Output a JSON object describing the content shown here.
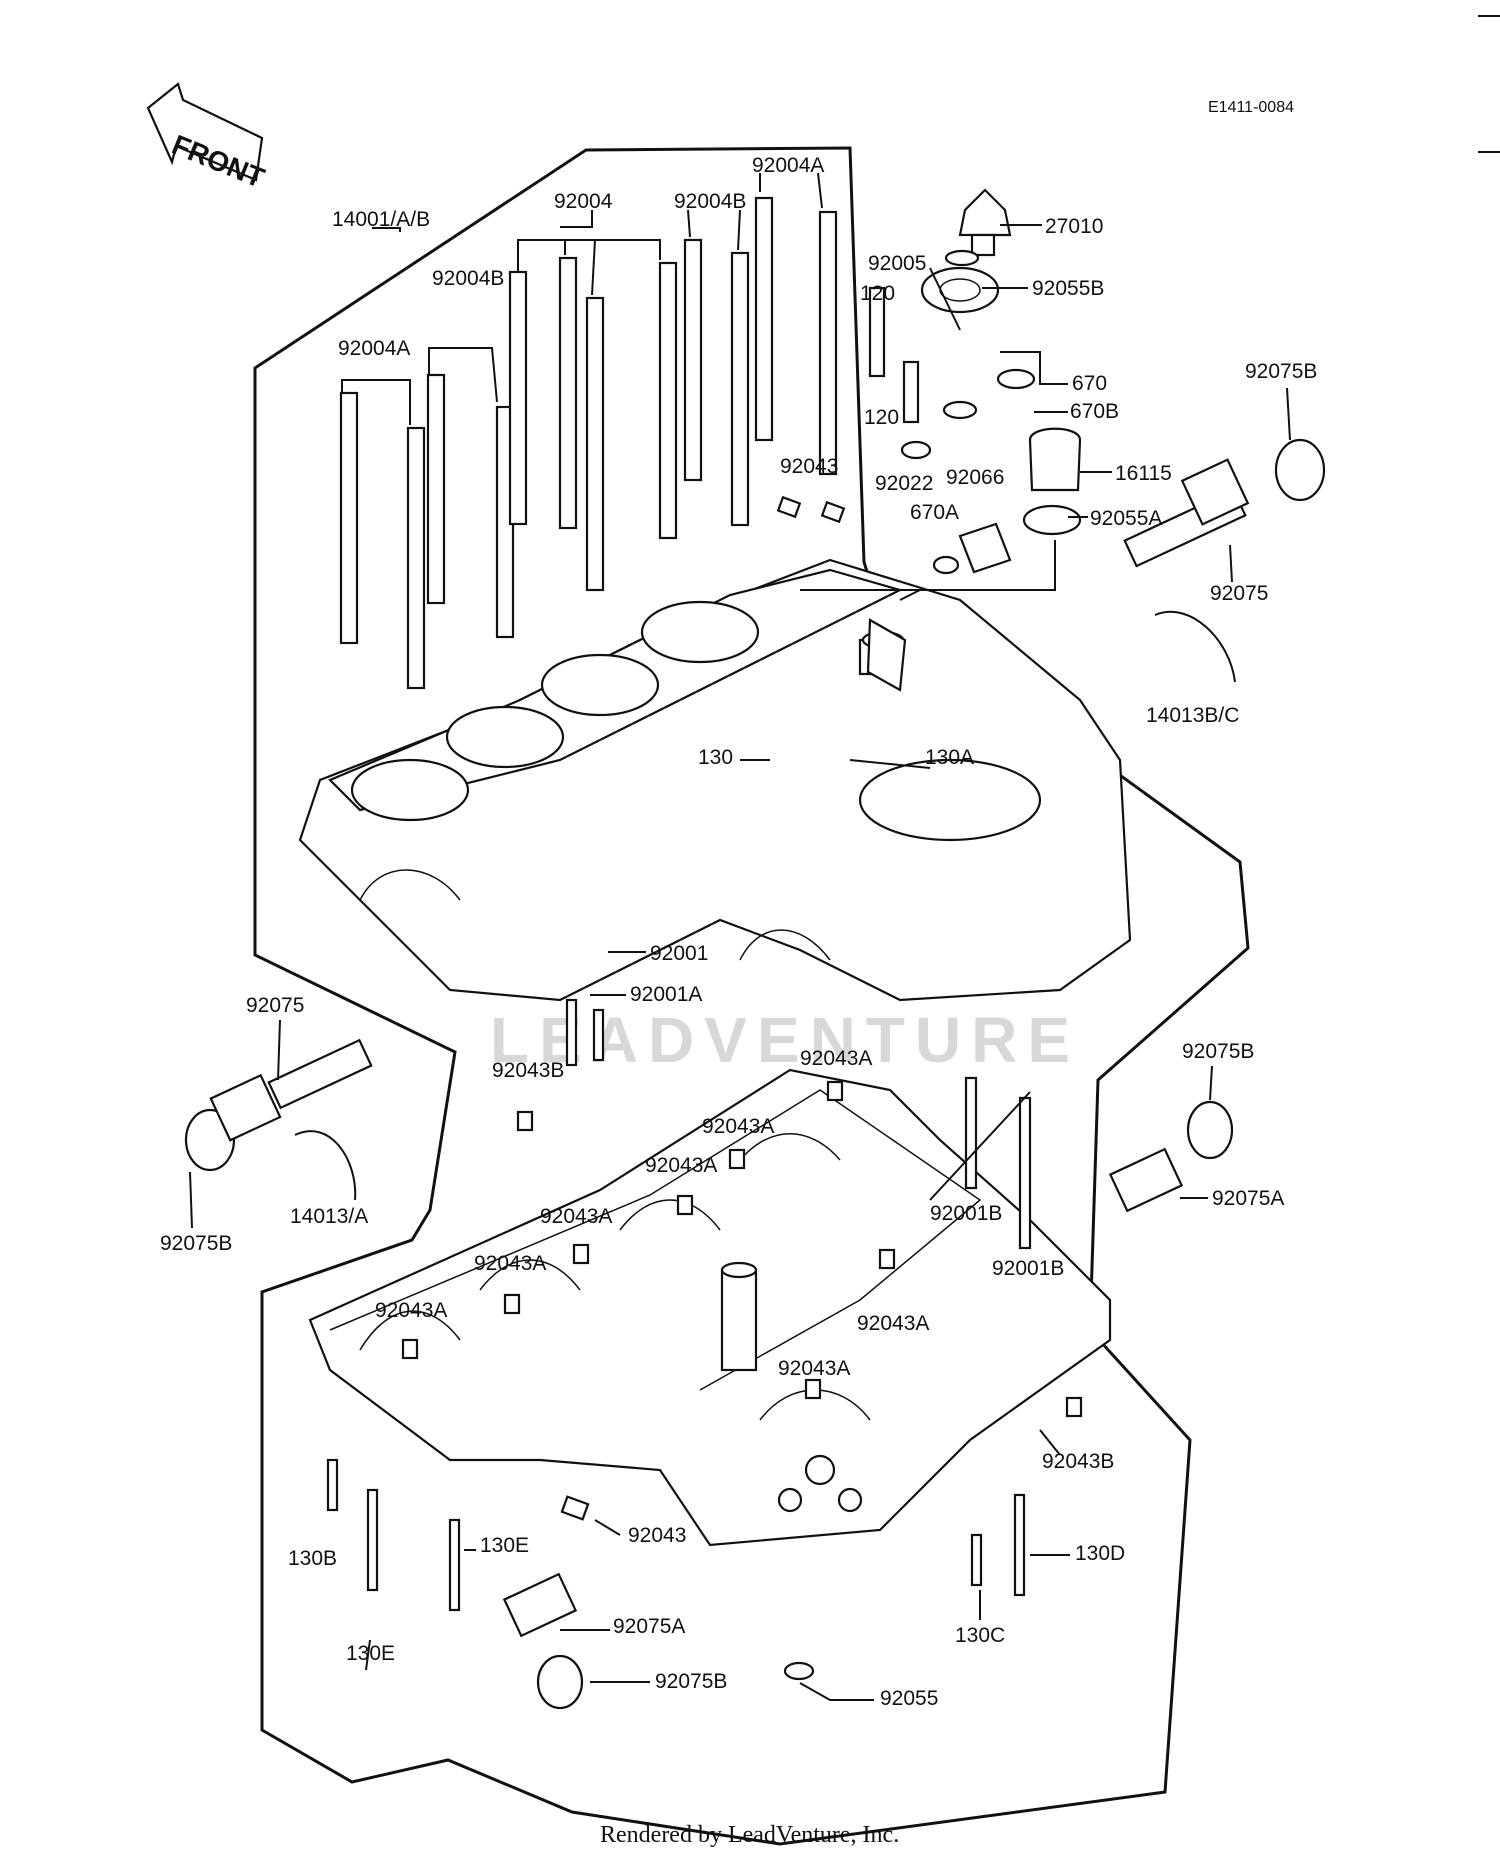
{
  "diagram": {
    "code": "E1411-0084",
    "front_label": "FRONT",
    "watermark": "LEADVENTURE",
    "footer": "Rendered by LeadVenture, Inc.",
    "labels": [
      {
        "id": "l01",
        "text": "92004A"
      },
      {
        "id": "l02",
        "text": "92004"
      },
      {
        "id": "l03",
        "text": "92004B"
      },
      {
        "id": "l04",
        "text": "14001/A/B"
      },
      {
        "id": "l05",
        "text": "92004B"
      },
      {
        "id": "l06",
        "text": "92004A"
      },
      {
        "id": "l07",
        "text": "27010"
      },
      {
        "id": "l08",
        "text": "92005"
      },
      {
        "id": "l09",
        "text": "92055B"
      },
      {
        "id": "l10",
        "text": "120"
      },
      {
        "id": "l11",
        "text": "670"
      },
      {
        "id": "l12",
        "text": "120"
      },
      {
        "id": "l13",
        "text": "670B"
      },
      {
        "id": "l14",
        "text": "92075B"
      },
      {
        "id": "l15",
        "text": "92043"
      },
      {
        "id": "l16",
        "text": "16115"
      },
      {
        "id": "l17",
        "text": "92022"
      },
      {
        "id": "l18",
        "text": "92066"
      },
      {
        "id": "l19",
        "text": "670A"
      },
      {
        "id": "l20",
        "text": "92055A"
      },
      {
        "id": "l21",
        "text": "92075"
      },
      {
        "id": "l22",
        "text": "14013B/C"
      },
      {
        "id": "l23",
        "text": "130"
      },
      {
        "id": "l24",
        "text": "130A"
      },
      {
        "id": "l25",
        "text": "92001"
      },
      {
        "id": "l26",
        "text": "92001A"
      },
      {
        "id": "l27",
        "text": "92075"
      },
      {
        "id": "l28",
        "text": "92043A"
      },
      {
        "id": "l29",
        "text": "92043B"
      },
      {
        "id": "l30",
        "text": "92075B"
      },
      {
        "id": "l31",
        "text": "92043A"
      },
      {
        "id": "l32",
        "text": "92043A"
      },
      {
        "id": "l33",
        "text": "92075B"
      },
      {
        "id": "l34",
        "text": "14013/A"
      },
      {
        "id": "l35",
        "text": "92001B"
      },
      {
        "id": "l36",
        "text": "92075A"
      },
      {
        "id": "l37",
        "text": "92043A"
      },
      {
        "id": "l38",
        "text": "92001B"
      },
      {
        "id": "l39",
        "text": "92043A"
      },
      {
        "id": "l40",
        "text": "92043A"
      },
      {
        "id": "l41",
        "text": "92043A"
      },
      {
        "id": "l42",
        "text": "92043A"
      },
      {
        "id": "l43",
        "text": "92043B"
      },
      {
        "id": "l44",
        "text": "130B"
      },
      {
        "id": "l45",
        "text": "130E"
      },
      {
        "id": "l46",
        "text": "92043"
      },
      {
        "id": "l47",
        "text": "130D"
      },
      {
        "id": "l48",
        "text": "130E"
      },
      {
        "id": "l49",
        "text": "92075A"
      },
      {
        "id": "l50",
        "text": "130C"
      },
      {
        "id": "l51",
        "text": "92075B"
      },
      {
        "id": "l52",
        "text": "92055"
      }
    ]
  }
}
